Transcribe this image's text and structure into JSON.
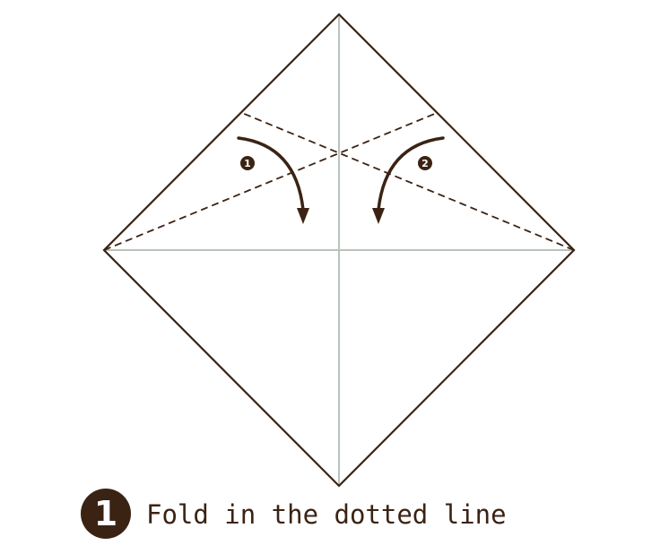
{
  "step": {
    "number": "1",
    "instruction": "Fold in the dotted line"
  },
  "fold_markers": [
    {
      "label": "1",
      "direction": "clockwise"
    },
    {
      "label": "2",
      "direction": "counter-clockwise"
    }
  ],
  "colors": {
    "outline": "#3b2314",
    "crease": "#b9c2bb",
    "fold_line": "#3b2314",
    "badge_fill": "#3b2314",
    "badge_text": "#ffffff"
  }
}
